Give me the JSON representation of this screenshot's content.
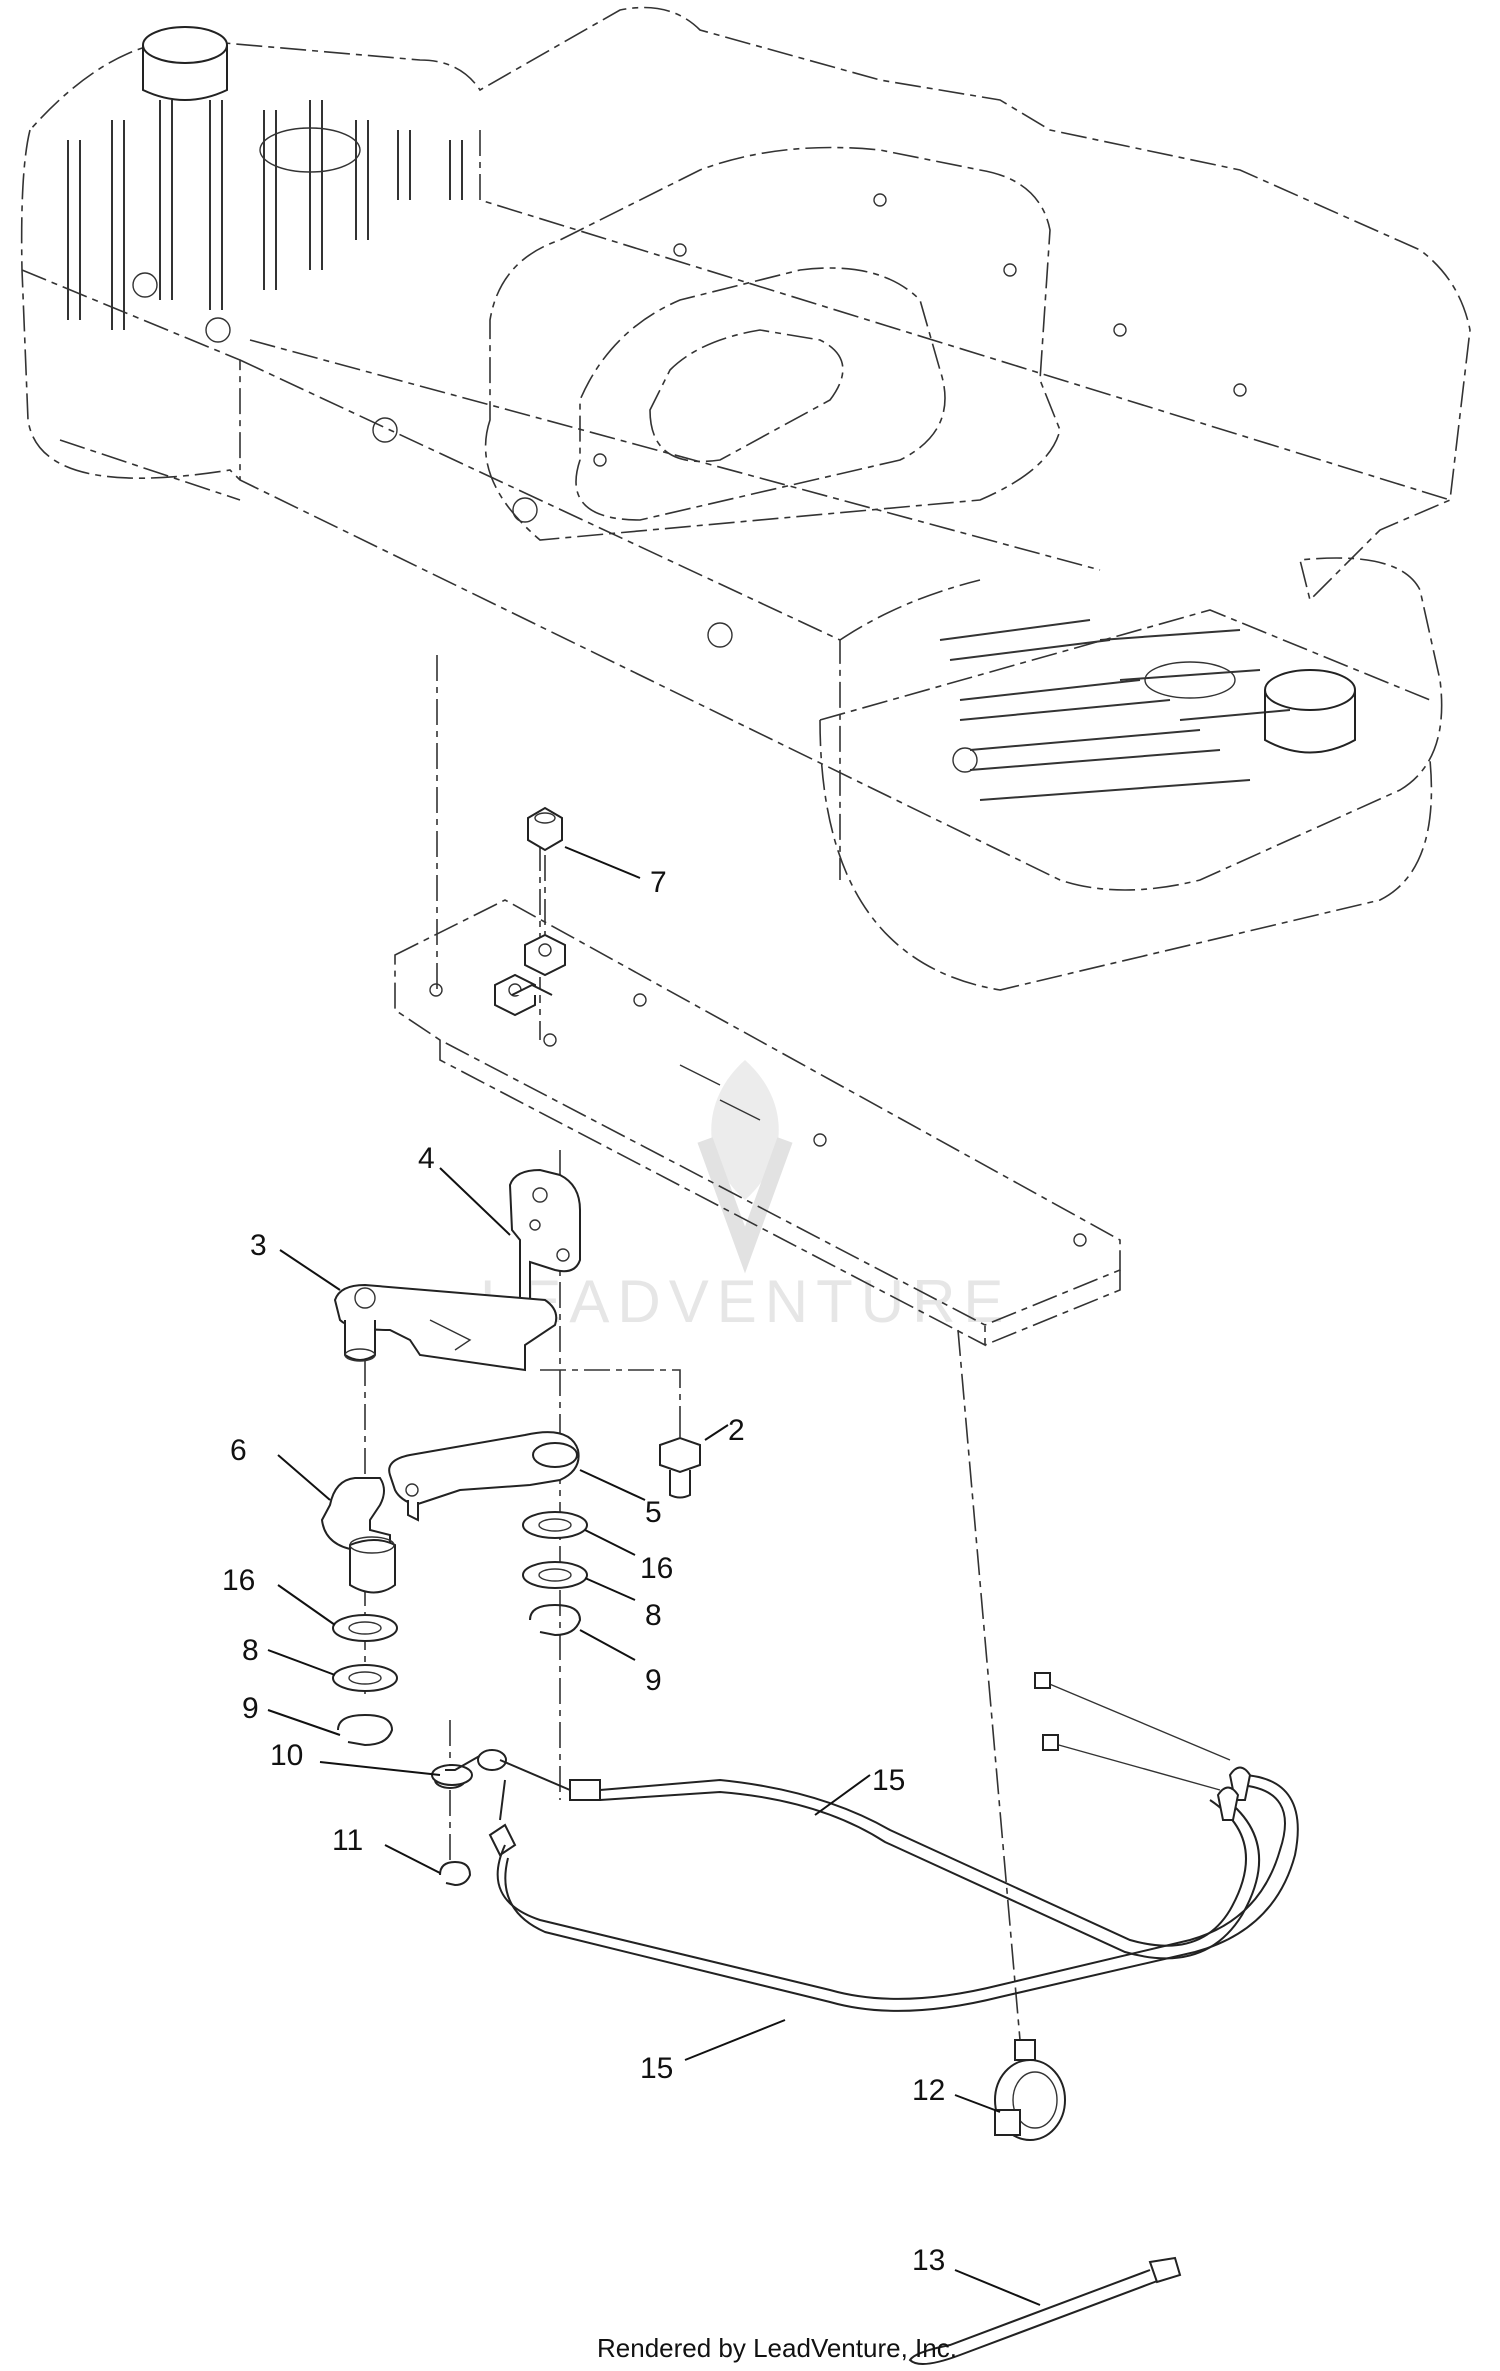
{
  "diagram": {
    "callouts": {
      "c2": "2",
      "c3": "3",
      "c4": "4",
      "c5": "5",
      "c6": "6",
      "c7": "7",
      "c8a": "8",
      "c8b": "8",
      "c9a": "9",
      "c9b": "9",
      "c10": "10",
      "c11": "11",
      "c12": "12",
      "c13": "13",
      "c15a": "15",
      "c15b": "15",
      "c16a": "16",
      "c16b": "16"
    },
    "watermark": "LEADVENTURE",
    "footer": "Rendered by LeadVenture, Inc."
  }
}
